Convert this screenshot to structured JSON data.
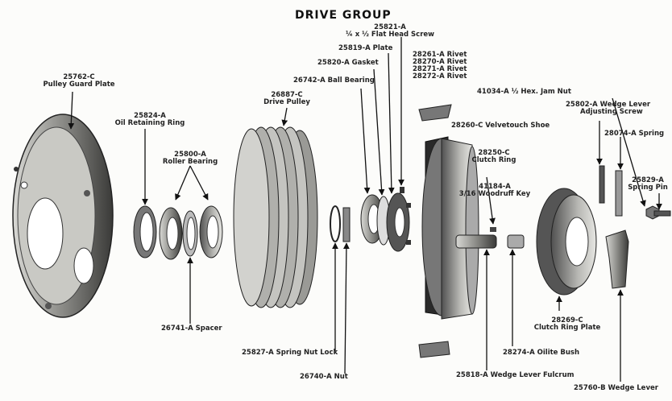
{
  "title": "DRIVE GROUP",
  "labels": {
    "l25762": [
      "25762-C",
      "Pulley Guard Plate"
    ],
    "l25824": [
      "25824-A",
      "Oil Retaining Ring"
    ],
    "l25800": [
      "25800-A",
      "Roller Bearing"
    ],
    "l26741": "26741-A  Spacer",
    "l26887": [
      "26887-C",
      "Drive Pulley"
    ],
    "l26742": "26742-A  Ball Bearing",
    "l25820": "25820-A  Gasket",
    "l25819": "25819-A  Plate",
    "l25821": [
      "25821-A",
      "¼ x ½ Flat Head Screw"
    ],
    "rivets": [
      "28261-A  Rivet",
      "28270-A  Rivet",
      "28271-A  Rivet",
      "28272-A  Rivet"
    ],
    "l28260": "28260-C  Velvetouch Shoe",
    "l28250": [
      "28250-C",
      "Clutch Ring"
    ],
    "l41184": [
      "41184-A",
      "3/16 Woodruff Key"
    ],
    "l41034": "41034-A  ½ Hex. Jam Nut",
    "l25802": [
      "25802-A  Wedge Lever",
      "Adjusting Screw"
    ],
    "l28074": "28074-A  Spring",
    "l25829": [
      "25829-A",
      "Spring Pin"
    ],
    "l28269": [
      "28269-C",
      "Clutch Ring Plate"
    ],
    "l25827": "25827-A  Spring Nut Lock",
    "l26740": "26740-A  Nut",
    "l28274": "28274-A  Oilite Bush",
    "l25818": "25818-A  Wedge Lever Fulcrum",
    "l25760": "25760-B  Wedge Lever"
  },
  "parts": [
    {
      "id": "25762-C",
      "name": "Pulley Guard Plate"
    },
    {
      "id": "25824-A",
      "name": "Oil Retaining Ring"
    },
    {
      "id": "25800-A",
      "name": "Roller Bearing"
    },
    {
      "id": "26741-A",
      "name": "Spacer"
    },
    {
      "id": "26887-C",
      "name": "Drive Pulley"
    },
    {
      "id": "25827-A",
      "name": "Spring Nut Lock"
    },
    {
      "id": "26740-A",
      "name": "Nut"
    },
    {
      "id": "26742-A",
      "name": "Ball Bearing"
    },
    {
      "id": "25820-A",
      "name": "Gasket"
    },
    {
      "id": "25819-A",
      "name": "Plate"
    },
    {
      "id": "25821-A",
      "name": "¼ x ½ Flat Head Screw"
    },
    {
      "id": "28260-C",
      "name": "Velvetouch Shoe"
    },
    {
      "id": "28250-C",
      "name": "Clutch Ring"
    },
    {
      "id": "41184-A",
      "name": "3/16 Woodruff Key"
    },
    {
      "id": "25818-A",
      "name": "Wedge Lever Fulcrum"
    },
    {
      "id": "28274-A",
      "name": "Oilite Bush"
    },
    {
      "id": "28269-C",
      "name": "Clutch Ring Plate"
    },
    {
      "id": "41034-A",
      "name": "½ Hex. Jam Nut"
    },
    {
      "id": "25802-A",
      "name": "Wedge Lever Adjusting Screw"
    },
    {
      "id": "28074-A",
      "name": "Spring"
    },
    {
      "id": "25829-A",
      "name": "Spring Pin"
    },
    {
      "id": "25760-B",
      "name": "Wedge Lever"
    }
  ]
}
